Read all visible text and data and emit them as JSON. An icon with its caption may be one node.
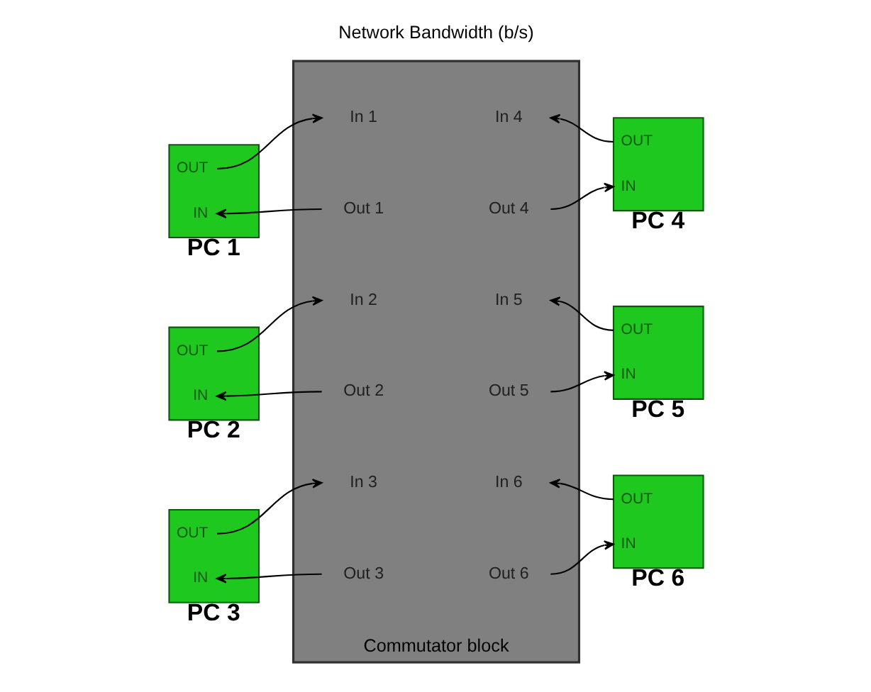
{
  "diagram": {
    "nodes": [
      {
        "text": [
          "Network Bandwidth (b/s)"
        ],
        "beside": [
          "Commutator block"
        ]
      },
      {
        "text": [
          "In 1"
        ],
        "in": 0
      },
      {
        "text": [
          "Out 1"
        ],
        "in": 0
      },
      {
        "text": [
          "In 2"
        ],
        "in": 0
      },
      {
        "text": [
          "Out 2"
        ],
        "in": 0
      },
      {
        "text": [
          "In 3"
        ],
        "in": 0
      },
      {
        "text": [
          "Out 3"
        ],
        "in": 0
      },
      {
        "text": [
          "In 4"
        ],
        "in": 0
      },
      {
        "text": [
          "Out 4"
        ],
        "in": 0
      },
      {
        "text": [
          "In 5"
        ],
        "in": 0
      },
      {
        "text": [
          "Out 5"
        ],
        "in": 0
      },
      {
        "text": [
          "In 6"
        ],
        "in": 0
      },
      {
        "text": [
          "Out 6"
        ],
        "in": 0
      },
      {
        "text": [
          "OUT",
          "IN"
        ],
        "beside": [
          "PC 1"
        ]
      },
      {
        "text": [
          "OUT",
          "IN"
        ],
        "beside": [
          "PC 2"
        ]
      },
      {
        "text": [
          "OUT",
          "IN"
        ],
        "beside": [
          "PC 3"
        ]
      },
      {
        "text": [
          "OUT",
          "IN"
        ],
        "beside": [
          "PC 4"
        ]
      },
      {
        "text": [
          "OUT",
          "IN"
        ],
        "beside": [
          "PC 5"
        ]
      },
      {
        "text": [
          "OUT",
          "IN"
        ],
        "beside": [
          "PC 6"
        ]
      }
    ],
    "edges": [
      {
        "from": 13,
        "to": 1,
        "arrow": "to"
      },
      {
        "from": 2,
        "to": 13,
        "arrow": "to"
      },
      {
        "from": 14,
        "to": 3,
        "arrow": "to"
      },
      {
        "from": 4,
        "to": 14,
        "arrow": "to"
      },
      {
        "from": 15,
        "to": 5,
        "arrow": "to"
      },
      {
        "from": 6,
        "to": 15,
        "arrow": "to"
      },
      {
        "from": 16,
        "to": 7,
        "arrow": "to"
      },
      {
        "from": 8,
        "to": 16,
        "arrow": "to"
      },
      {
        "from": 17,
        "to": 9,
        "arrow": "to"
      },
      {
        "from": 10,
        "to": 17,
        "arrow": "to"
      },
      {
        "from": 18,
        "to": 11,
        "arrow": "to"
      },
      {
        "from": 12,
        "to": 18,
        "arrow": "to"
      }
    ]
  }
}
